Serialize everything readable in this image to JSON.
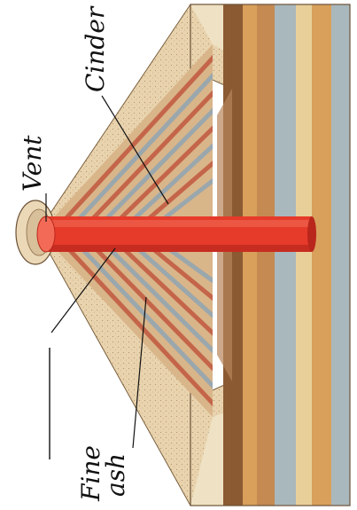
{
  "labels": {
    "vent": "Vent",
    "cinder": "Cinder",
    "fine_ash_line1": "Fine",
    "fine_ash_line2": "ash"
  },
  "colors": {
    "magma": "#e63a2a",
    "magma_dark": "#b9261c",
    "cone_surface": "#e8d3ae",
    "strata_brown": "#8b5a32",
    "strata_tan": "#d9a05b",
    "strata_blue": "#a9b8bd",
    "strata_cream": "#efe2c4",
    "line": "#111111"
  }
}
